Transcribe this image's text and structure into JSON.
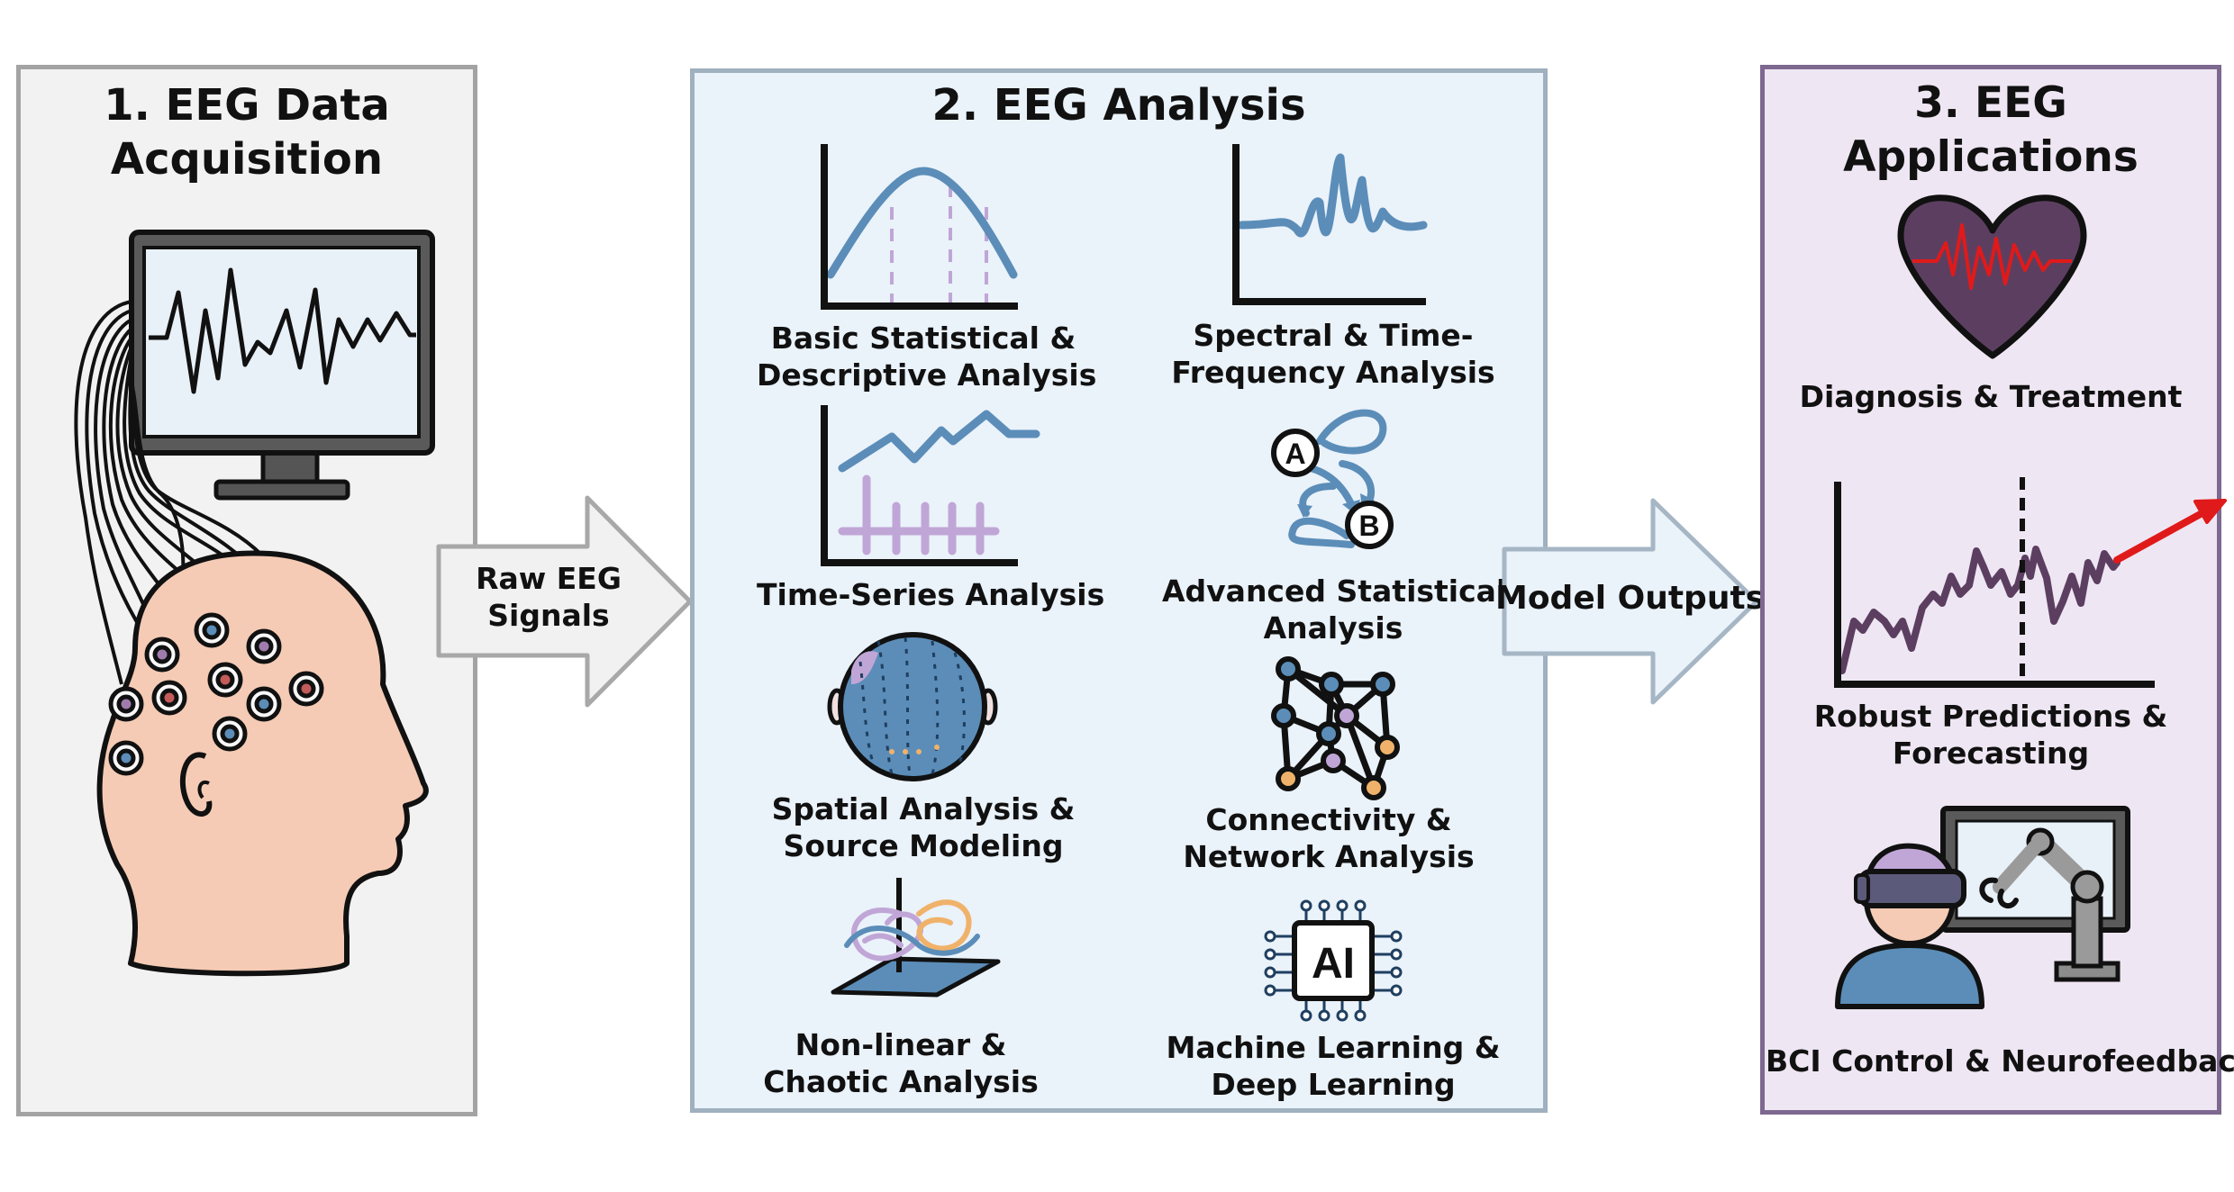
{
  "panels": {
    "acquisition": {
      "title_line1": "1. EEG Data",
      "title_line2": "Acquisition"
    },
    "analysis": {
      "title": "2. EEG Analysis"
    },
    "applications": {
      "title": "3. EEG Applications"
    }
  },
  "arrows": {
    "raw": {
      "line1": "Raw EEG",
      "line2": "Signals"
    },
    "model": {
      "label": "Model Outputs"
    }
  },
  "analysis_methods": {
    "basic": {
      "line1": "Basic Statistical &",
      "line2": "Descriptive Analysis"
    },
    "spectral": {
      "line1": "Spectral & Time-",
      "line2": "Frequency Analysis"
    },
    "timeseries": {
      "line1": "Time-Series Analysis"
    },
    "advanced": {
      "line1": "Advanced Statistical",
      "line2": "Analysis",
      "node_a": "A",
      "node_b": "B"
    },
    "spatial": {
      "line1": "Spatial Analysis &",
      "line2": "Source Modeling"
    },
    "connectivity": {
      "line1": "Connectivity &",
      "line2": "Network Analysis"
    },
    "nonlinear": {
      "line1": "Non-linear &",
      "line2": "Chaotic Analysis"
    },
    "ml": {
      "line1": "Machine Learning &",
      "line2": "Deep Learning",
      "chip_text": "AI"
    }
  },
  "applications": {
    "diagnosis": {
      "label": "Diagnosis & Treatment"
    },
    "prediction": {
      "line1": "Robust Predictions &",
      "line2": "Forecasting"
    },
    "bci": {
      "label": "BCI Control & Neurofeedback"
    }
  },
  "colors": {
    "blue": "#5b8db8",
    "lilac": "#c0a6d6",
    "purple_dark": "#5c3f60",
    "red": "#e01a1a",
    "skin": "#f5cbb5",
    "orange": "#f0b26a"
  },
  "icons": [
    "monitor-icon",
    "head-electrodes-icon",
    "normal-curve-icon",
    "spectral-wave-icon",
    "time-series-icon",
    "causal-graph-icon",
    "scalp-map-icon",
    "network-graph-icon",
    "attractor-icon",
    "ai-chip-icon",
    "heart-icon",
    "forecast-chart-icon",
    "vr-robot-icon"
  ]
}
